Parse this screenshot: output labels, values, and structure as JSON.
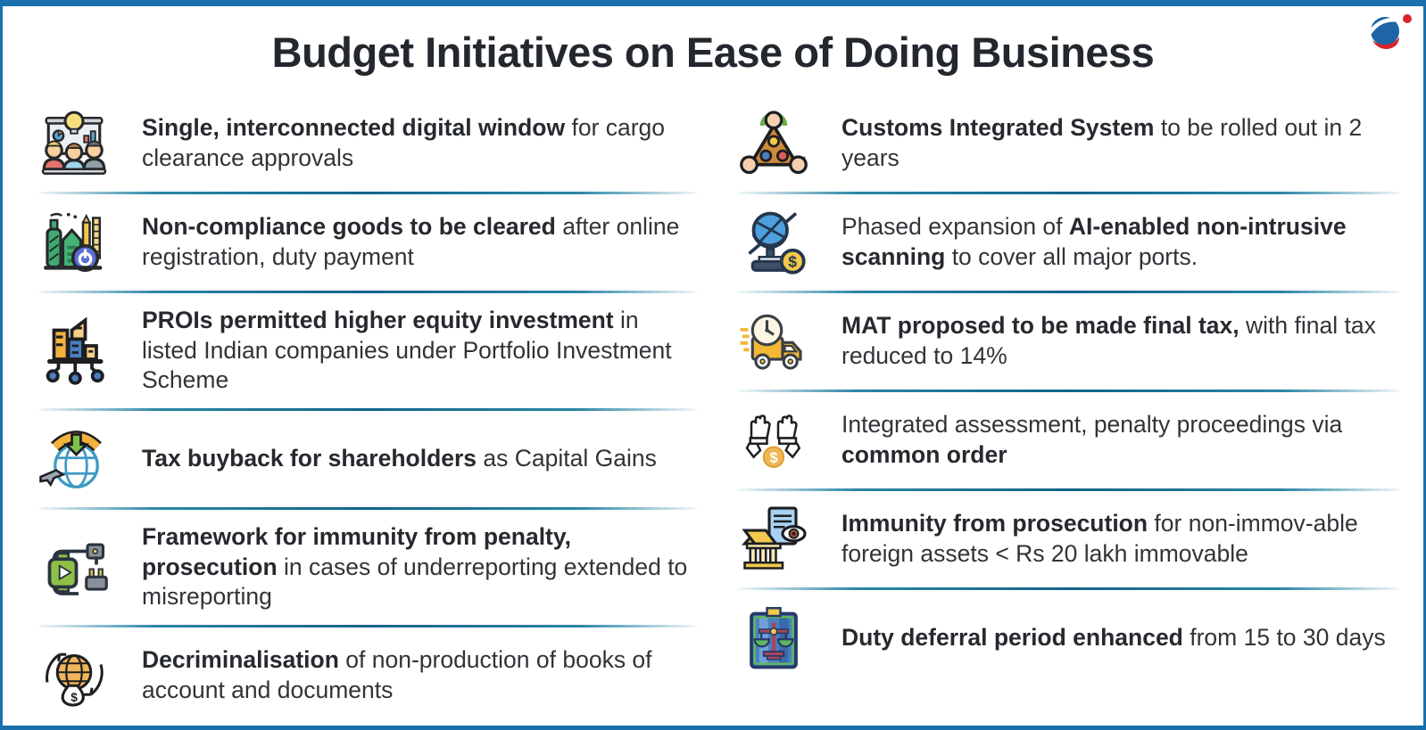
{
  "title": "Budget Initiatives on Ease of Doing Business",
  "brand": {
    "logo_icon": "orbit-sphere-logo",
    "logo_blue": "#1f63a8",
    "logo_red": "#d8242c"
  },
  "theme": {
    "border_blue": "#1a6fad",
    "divider_teal": "#10658a",
    "text_dark": "#303438",
    "title_dark": "#23272e"
  },
  "columns": [
    {
      "items": [
        {
          "icon": "team-presentation-icon",
          "segments": [
            {
              "text": "Single, interconnected digital window",
              "bold": true
            },
            {
              "text": " for cargo clearance approvals",
              "bold": false
            }
          ]
        },
        {
          "icon": "industry-goods-icon",
          "segments": [
            {
              "text": "Non-compliance goods to be cleared",
              "bold": true
            },
            {
              "text": " after online registration, duty payment",
              "bold": false
            }
          ]
        },
        {
          "icon": "building-network-icon",
          "segments": [
            {
              "text": "PROIs permitted higher equity investment",
              "bold": true
            },
            {
              "text": " in listed Indian companies under Portfolio Investment Scheme",
              "bold": false
            }
          ]
        },
        {
          "icon": "globe-import-arrow-icon",
          "segments": [
            {
              "text": "Tax buyback for shareholders",
              "bold": true
            },
            {
              "text": " as Capital Gains",
              "bold": false
            }
          ]
        },
        {
          "icon": "device-plug-icon",
          "segments": [
            {
              "text": "Framework for immunity from penalty, prosecution",
              "bold": true
            },
            {
              "text": " in cases of underreporting extended to misreporting",
              "bold": false
            }
          ]
        },
        {
          "icon": "globe-cycle-money-icon",
          "segments": [
            {
              "text": "Decriminalisation",
              "bold": true
            },
            {
              "text": " of non-production of books of account and documents",
              "bold": false
            }
          ]
        }
      ]
    },
    {
      "items": [
        {
          "icon": "people-pyramid-icon",
          "segments": [
            {
              "text": "Customs Integrated System",
              "bold": true
            },
            {
              "text": " to be rolled out in 2 years",
              "bold": false
            }
          ]
        },
        {
          "icon": "desk-globe-money-icon",
          "segments": [
            {
              "text": "Phased expansion of ",
              "bold": false
            },
            {
              "text": "AI-enabled non-intrusive scanning",
              "bold": true
            },
            {
              "text": " to cover all major ports.",
              "bold": false
            }
          ]
        },
        {
          "icon": "truck-clock-icon",
          "segments": [
            {
              "text": "MAT proposed to be made final tax,",
              "bold": true
            },
            {
              "text": " with final tax reduced to 14%",
              "bold": false
            }
          ]
        },
        {
          "icon": "hands-cuffs-money-icon",
          "segments": [
            {
              "text": "Integrated assessment, penalty proceedings via ",
              "bold": false
            },
            {
              "text": "common order",
              "bold": true
            }
          ]
        },
        {
          "icon": "bank-document-eye-icon",
          "segments": [
            {
              "text": "Immunity from prosecution",
              "bold": true
            },
            {
              "text": " for non-immov-able foreign assets < Rs 20 lakh immovable",
              "bold": false
            }
          ]
        },
        {
          "icon": "justice-scales-icon",
          "segments": [
            {
              "text": "Duty deferral period enhanced",
              "bold": true
            },
            {
              "text": " from 15 to 30 days",
              "bold": false
            }
          ]
        }
      ]
    }
  ]
}
